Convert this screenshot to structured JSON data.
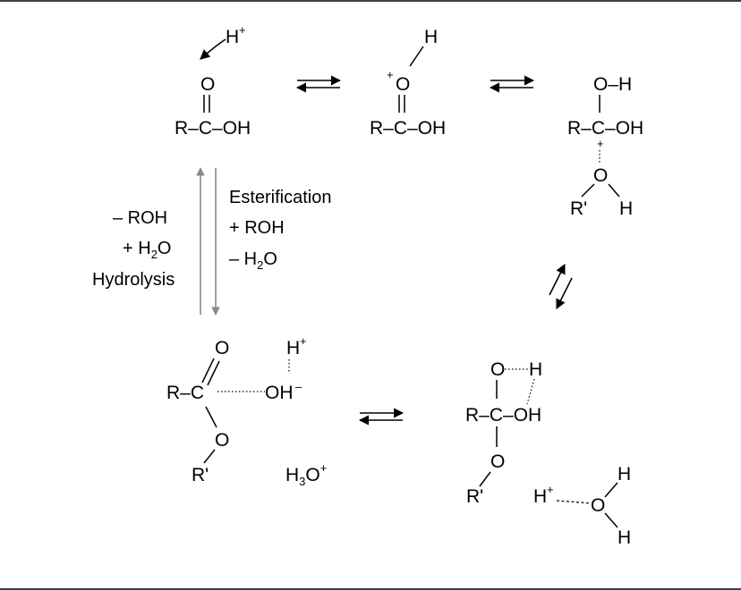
{
  "colors": {
    "ink": "#000000",
    "gray_arrow": "#888888",
    "frame": "#000000"
  },
  "structures": {
    "s1": {
      "proton": "H",
      "proton_charge": "+",
      "carbonyl_o": "O",
      "chain": "R–C–OH"
    },
    "s2": {
      "charge": "+",
      "oxygen": "O",
      "hydrogen": "H",
      "chain": "R–C–OH"
    },
    "s3": {
      "top_group": "O–H",
      "chain": "R–C–OH",
      "charge": "+",
      "oxygen": "O",
      "r_prime": "R'",
      "hydrogen": "H"
    },
    "s4": {
      "carbonyl_o": "O",
      "proton": "H",
      "proton_charge": "+",
      "chain_left": "R–C",
      "hydroxide": "OH",
      "hydroxide_charge": "–",
      "ester_o": "O",
      "r_prime": "R'",
      "hydronium_h": "H",
      "hydronium_sub": "3",
      "hydronium_o": "O",
      "hydronium_charge": "+"
    },
    "s5": {
      "top_o": "O",
      "top_h": "H",
      "chain": "R–C–OH",
      "ester_o": "O",
      "r_prime": "R'",
      "proton": "H",
      "proton_charge": "+",
      "water_o": "O",
      "water_h1": "H",
      "water_h2": "H"
    }
  },
  "labels": {
    "forward": {
      "title": "Esterification",
      "add": "+ ROH",
      "remove_prefix": "– H",
      "remove_sub": "2",
      "remove_suffix": "O"
    },
    "reverse": {
      "remove": "– ROH",
      "add_prefix": "+ H",
      "add_sub": "2",
      "add_suffix": "O",
      "title": "Hydrolysis"
    }
  }
}
